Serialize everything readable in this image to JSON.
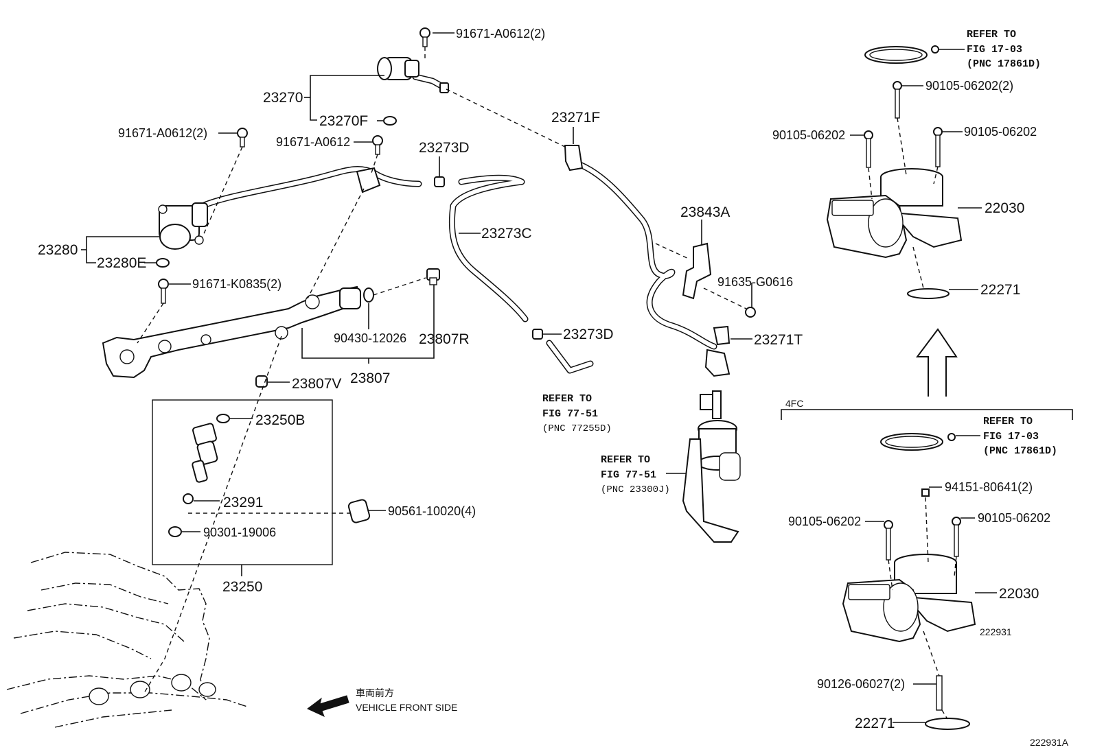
{
  "labels": {
    "l_91671A0612_2_top": "91671-A0612(2)",
    "l_23270": "23270",
    "l_23270F": "23270F",
    "l_91671A0612_2_left": "91671-A0612(2)",
    "l_91671A0612": "91671-A0612",
    "l_23273D_top": "23273D",
    "l_23271F": "23271F",
    "l_23280": "23280",
    "l_23280E": "23280E",
    "l_23273C": "23273C",
    "l_23843A": "23843A",
    "l_91671K0835": "91671-K0835(2)",
    "l_91635G0616": "91635-G0616",
    "l_9043012026": "90430-12026",
    "l_23807R": "23807R",
    "l_23273D_bottom": "23273D",
    "l_23271T": "23271T",
    "l_23807": "23807",
    "l_23807V": "23807V",
    "l_23250B": "23250B",
    "l_23291": "23291",
    "l_9056110020": "90561-10020(4)",
    "l_9030119006": "90301-19006",
    "l_23250": "23250",
    "l_22030_top": "22030",
    "l_22271_top": "22271",
    "l_9010506202_2_top": "90105-06202(2)",
    "l_9010506202_tl": "90105-06202",
    "l_9010506202_tr": "90105-06202",
    "l_9415180641": "94151-80641(2)",
    "l_9010506202_bl": "90105-06202",
    "l_9010506202_br": "90105-06202",
    "l_22030_bottom": "22030",
    "l_9012606027": "90126-06027(2)",
    "l_22271_bottom": "22271",
    "l_222931": "222931",
    "l_222931A": "222931A",
    "l_4fc": "4FC"
  },
  "refers": {
    "fig7751_a": [
      "REFER TO",
      "FIG 77-51",
      "(PNC 77255D)"
    ],
    "fig7751_b": [
      "REFER TO",
      "FIG 77-51",
      "(PNC 23300J)"
    ],
    "fig1703_top": [
      "REFER TO",
      "FIG 17-03",
      "(PNC 17861D)"
    ],
    "fig1703_bottom": [
      "REFER TO",
      "FIG 17-03",
      "(PNC 17861D)"
    ]
  },
  "front": {
    "jp": "車両前方",
    "en": "VEHICLE FRONT SIDE"
  }
}
